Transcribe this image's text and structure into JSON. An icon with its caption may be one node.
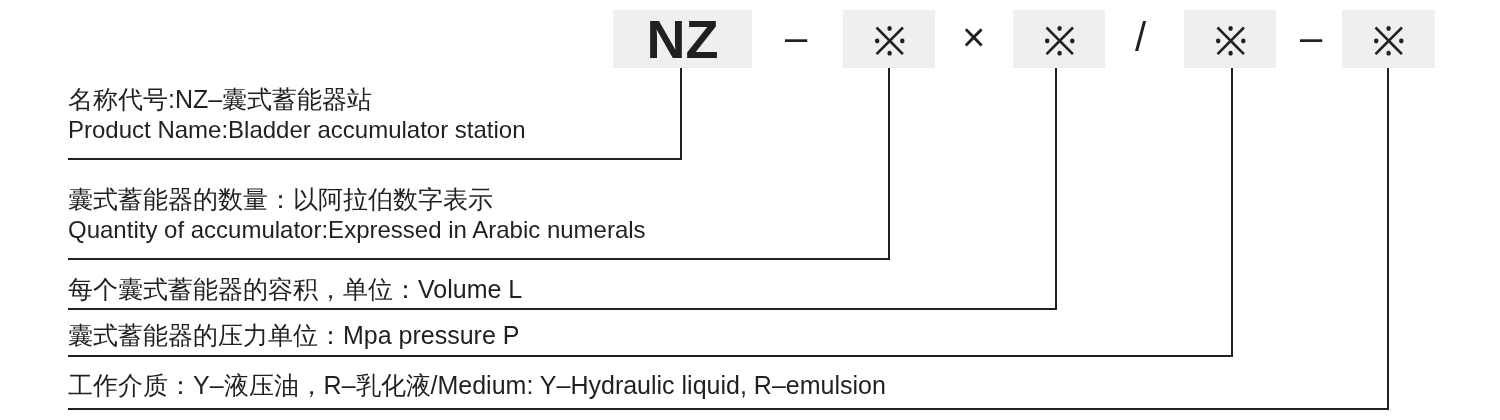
{
  "diagram": {
    "nodes": [
      {
        "text": [
          "NZ"
        ]
      },
      {
        "text": [
          "※"
        ]
      },
      {
        "text": [
          "※"
        ]
      },
      {
        "text": [
          "※"
        ]
      },
      {
        "text": [
          "※"
        ]
      },
      {
        "text": [
          "名称代号:NZ–囊式蓄能器站",
          "Product Name:Bladder accumulator station"
        ]
      },
      {
        "text": [
          "囊式蓄能器的数量：以阿拉伯数字表示",
          "Quantity of accumulator:Expressed in Arabic numerals"
        ]
      },
      {
        "text": [
          "每个囊式蓄能器的容积，单位：Volume L"
        ]
      },
      {
        "text": [
          "囊式蓄能器的压力单位：Mpa pressure P"
        ]
      },
      {
        "text": [
          "工作介质：Y–液压油，R–乳化液/Medium: Y–Hydraulic liquid, R–emulsion"
        ]
      }
    ],
    "edges": [
      {
        "from": 0,
        "to": 5,
        "arrow": "none"
      },
      {
        "from": 1,
        "to": 6,
        "arrow": "none"
      },
      {
        "from": 2,
        "to": 7,
        "arrow": "none"
      },
      {
        "from": 3,
        "to": 8,
        "arrow": "none"
      },
      {
        "from": 4,
        "to": 9,
        "arrow": "none"
      }
    ],
    "labels": [
      "–",
      "×",
      "/",
      "–"
    ]
  }
}
